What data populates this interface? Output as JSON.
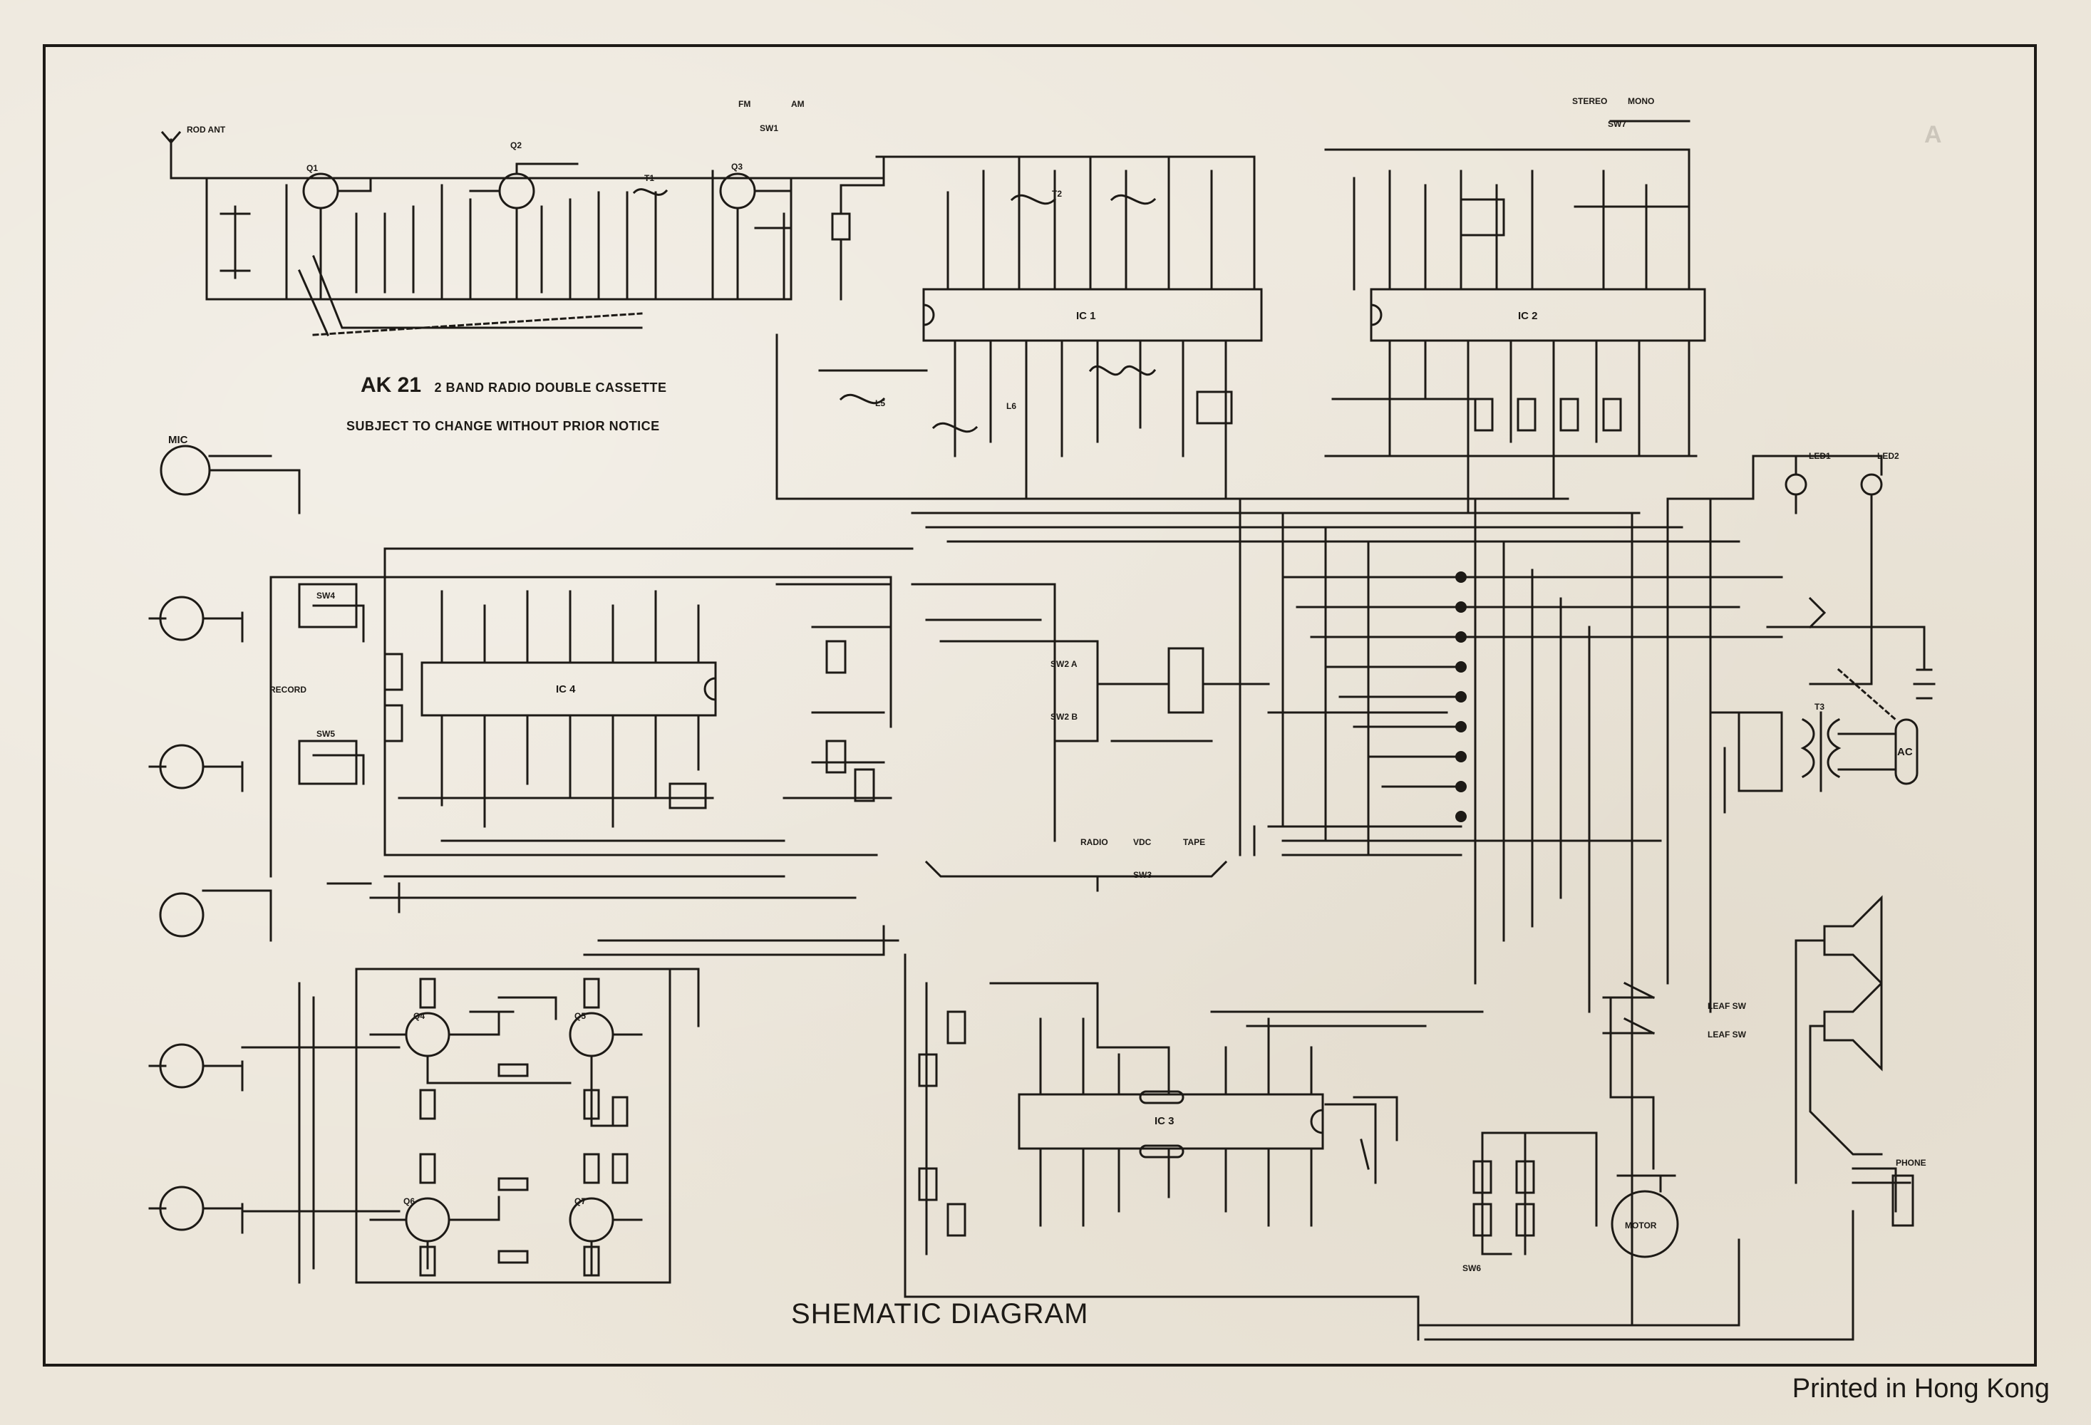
{
  "document": {
    "model": "AK 21",
    "subtitle": "2 BAND RADIO DOUBLE CASSETTE",
    "notice": "SUBJECT TO CHANGE WITHOUT PRIOR NOTICE",
    "caption": "SHEMATIC DIAGRAM",
    "footer": "Printed in Hong Kong"
  },
  "labels": {
    "antenna": "ROD ANT",
    "band_fm": "FM",
    "band_am": "AM",
    "sw1": "SW1",
    "stereo": "STEREO",
    "mono": "MONO",
    "sw7": "SW7",
    "ic1": "IC 1",
    "ic2": "IC 2",
    "ic3": "IC 3",
    "ic4": "IC 4",
    "mic": "MIC",
    "record": "RECORD",
    "led1": "LED1",
    "led2": "LED2",
    "ac": "AC",
    "t3": "T3",
    "radio": "RADIO",
    "vdc": "VDC",
    "tape": "TAPE",
    "sw3": "SW3",
    "leaf1": "LEAF SW",
    "leaf2": "LEAF SW",
    "motor": "MOTOR",
    "phone": "PHONE",
    "sw6": "SW6",
    "q1": "Q1",
    "q2": "Q2",
    "q3": "Q3",
    "q4": "Q4",
    "q5": "Q5",
    "q6": "Q6",
    "q7": "Q7",
    "t1": "T1",
    "t2": "T2",
    "l5": "L5",
    "l6": "L6",
    "sw4": "SW4",
    "sw5": "SW5",
    "sw2a": "SW2 A",
    "sw2b": "SW2 B"
  },
  "colors": {
    "ink": "#1d1a16",
    "paper": "#ece6da"
  }
}
